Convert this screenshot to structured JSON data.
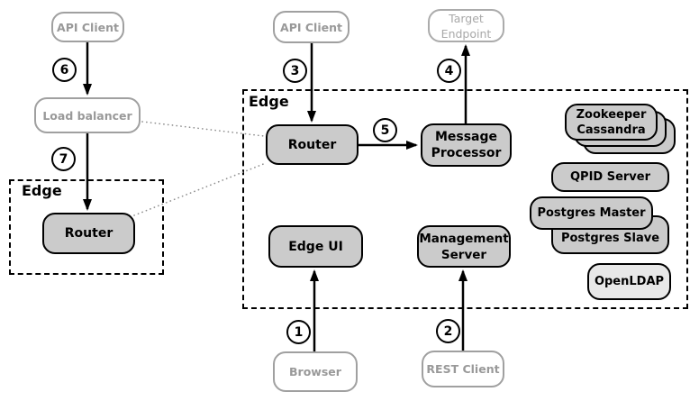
{
  "colors": {
    "node_fill": "#cbcbcb",
    "node_fill_light": "#e8e8e8",
    "node_border": "#000000",
    "client_border": "#a0a0a0",
    "client_text": "#999999",
    "dotted_link": "#8f8f8f"
  },
  "regions": {
    "edge_left": {
      "label": "Edge"
    },
    "edge_main": {
      "label": "Edge"
    }
  },
  "nodes": {
    "api_client_left": {
      "label": "API Client"
    },
    "load_balancer": {
      "label": "Load balancer"
    },
    "router_left": {
      "label": "Router"
    },
    "api_client_top": {
      "label": "API Client"
    },
    "target_endpoint": {
      "lines": [
        "Target",
        "Endpoint"
      ]
    },
    "router_main": {
      "label": "Router"
    },
    "message_processor": {
      "lines": [
        "Message",
        "Processor"
      ]
    },
    "edge_ui": {
      "label": "Edge UI"
    },
    "management_server": {
      "lines": [
        "Management",
        "Server"
      ]
    },
    "zookeeper_cassandra": {
      "lines": [
        "Zookeeper",
        "Cassandra"
      ]
    },
    "qpid_server": {
      "label": "QPID Server"
    },
    "postgres_master": {
      "label": "Postgres Master"
    },
    "postgres_slave": {
      "label": "Postgres Slave"
    },
    "openldap": {
      "label": "OpenLDAP"
    },
    "browser": {
      "label": "Browser"
    },
    "rest_client": {
      "label": "REST Client"
    }
  },
  "steps": [
    "1",
    "2",
    "3",
    "4",
    "5",
    "6",
    "7"
  ]
}
